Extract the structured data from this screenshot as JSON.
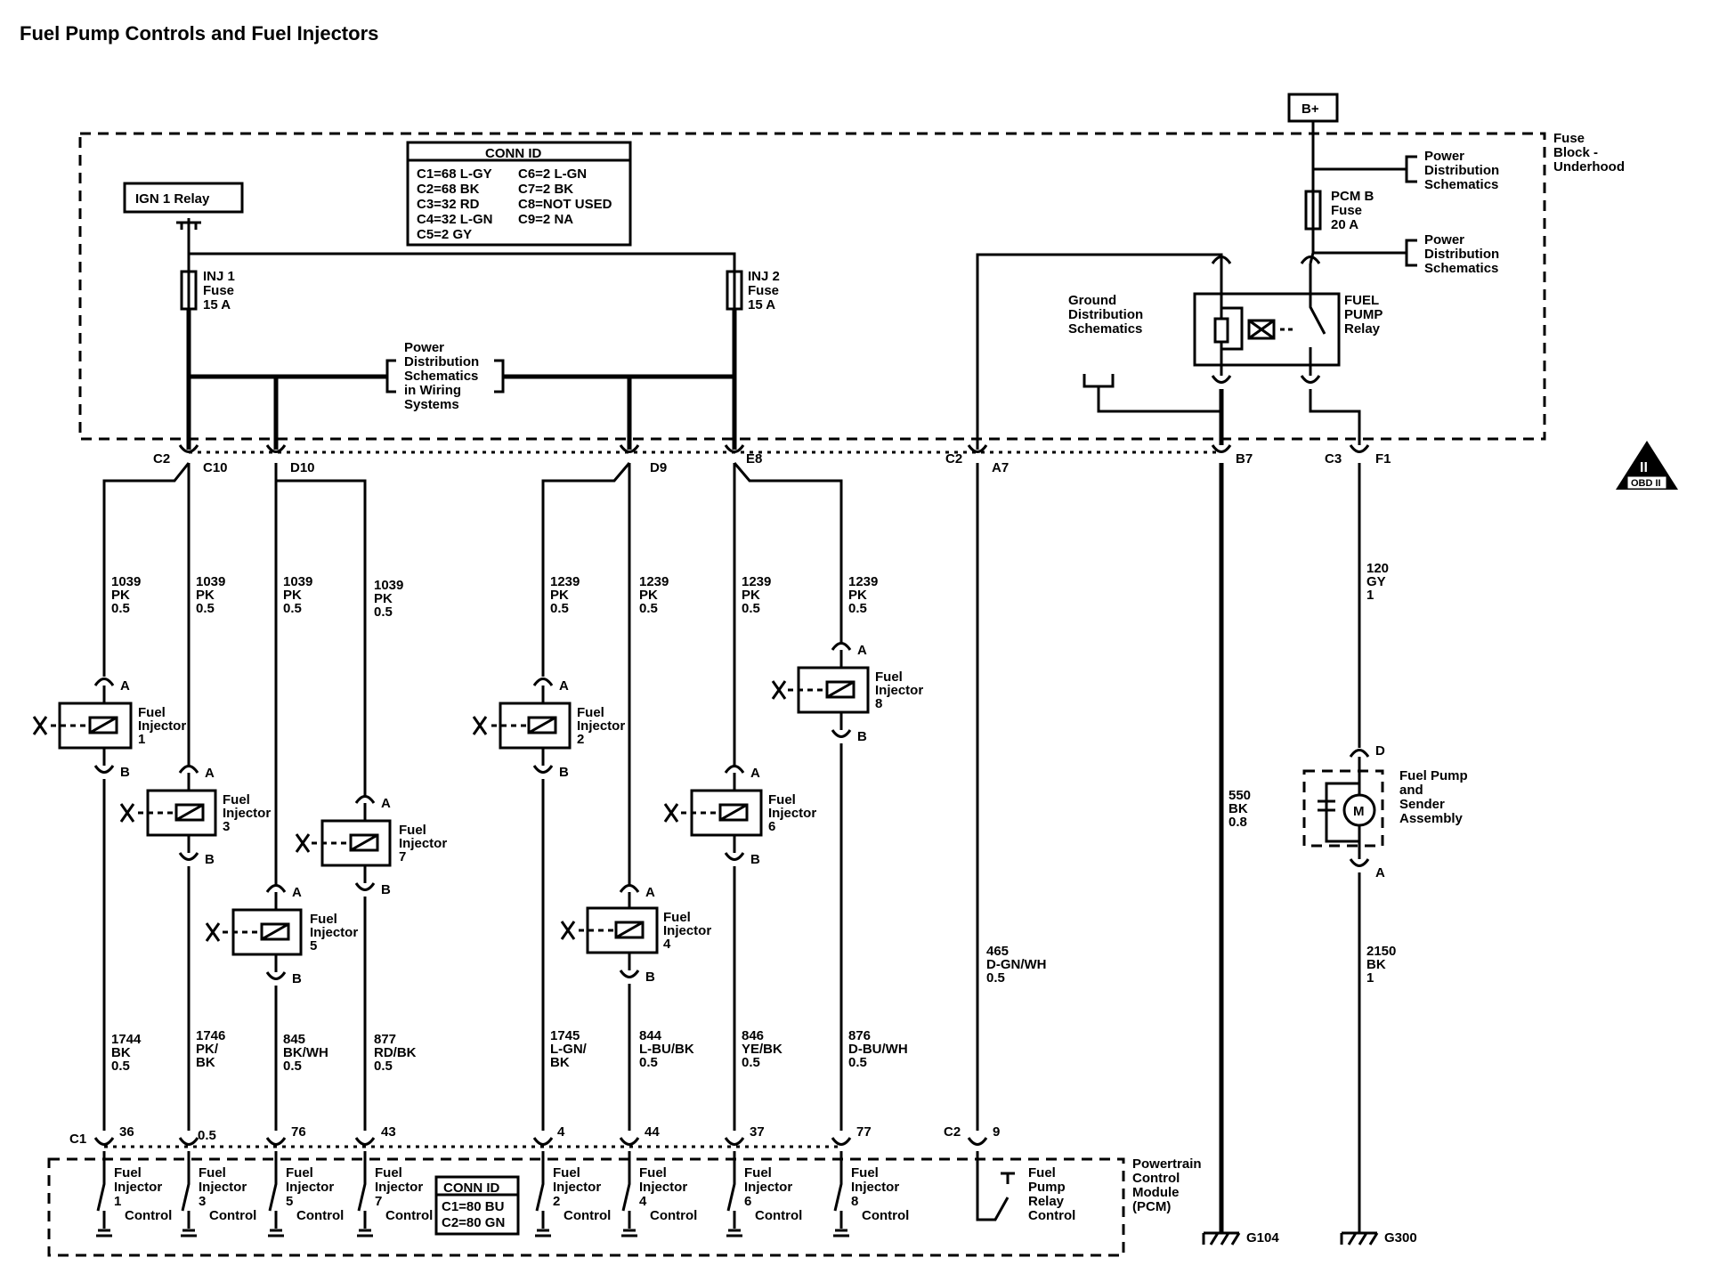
{
  "title": "Fuel Pump Controls and Fuel Injectors",
  "battery": "B+",
  "fuse_block_label": [
    "Fuse",
    "Block -",
    "Underhood"
  ],
  "ign_relay": "IGN 1 Relay",
  "conn_id": {
    "header": "CONN ID",
    "col1": [
      "C1=68 L-GY",
      "C2=68 BK",
      "C3=32 RD",
      "C4=32 L-GN",
      "C5=2 GY"
    ],
    "col2": [
      "C6=2 L-GN",
      "C7=2 BK",
      "C8=NOT USED",
      "C9=2 NA"
    ]
  },
  "pcm_conn_id": {
    "header": "CONN ID",
    "rows": [
      "C1=80 BU",
      "C2=80 GN"
    ]
  },
  "inj1_fuse": [
    "INJ 1",
    "Fuse",
    "15 A"
  ],
  "inj2_fuse": [
    "INJ 2",
    "Fuse",
    "15 A"
  ],
  "pcmb_fuse": [
    "PCM B",
    "Fuse",
    "20 A"
  ],
  "power_dist_mid": [
    "Power",
    "Distribution",
    "Schematics",
    "in Wiring",
    "Systems"
  ],
  "power_dist_right": [
    "Power",
    "Distribution",
    "Schematics"
  ],
  "ground_dist": [
    "Ground",
    "Distribution",
    "Schematics"
  ],
  "fuel_pump_relay": [
    "FUEL",
    "PUMP",
    "Relay"
  ],
  "splice_pins": {
    "c2": "C2",
    "c10": "C10",
    "d10": "D10",
    "d9": "D9",
    "e8": "E8",
    "c2b": "C2",
    "a7": "A7",
    "b7": "B7",
    "c3": "C3",
    "f1": "F1"
  },
  "pin_a": "A",
  "pin_b": "B",
  "pin_d": "D",
  "upper_wires": [
    [
      "1039",
      "PK",
      "0.5"
    ],
    [
      "1039",
      "PK",
      "0.5"
    ],
    [
      "1039",
      "PK",
      "0.5"
    ],
    [
      "1039",
      "PK",
      "0.5"
    ],
    [
      "1239",
      "PK",
      "0.5"
    ],
    [
      "1239",
      "PK",
      "0.5"
    ],
    [
      "1239",
      "PK",
      "0.5"
    ],
    [
      "1239",
      "PK",
      "0.5"
    ]
  ],
  "injectors": [
    [
      "Fuel",
      "Injector",
      "1"
    ],
    [
      "Fuel",
      "Injector",
      "3"
    ],
    [
      "Fuel",
      "Injector",
      "5"
    ],
    [
      "Fuel",
      "Injector",
      "7"
    ],
    [
      "Fuel",
      "Injector",
      "2"
    ],
    [
      "Fuel",
      "Injector",
      "4"
    ],
    [
      "Fuel",
      "Injector",
      "6"
    ],
    [
      "Fuel",
      "Injector",
      "8"
    ]
  ],
  "lower_wires": [
    [
      "1744",
      "BK",
      "0.5"
    ],
    [
      "1746",
      "PK/",
      "BK"
    ],
    [
      "845",
      "BK/WH",
      "0.5"
    ],
    [
      "877",
      "RD/BK",
      "0.5"
    ],
    [
      "1745",
      "L-GN/",
      "BK"
    ],
    [
      "844",
      "L-BU/BK",
      "0.5"
    ],
    [
      "846",
      "YE/BK",
      "0.5"
    ],
    [
      "876",
      "D-BU/WH",
      "0.5"
    ]
  ],
  "pcm_pins": [
    "36",
    "0.5",
    "76",
    "43",
    "4",
    "44",
    "37",
    "77"
  ],
  "pcm_c1": "C1",
  "pcm_c2": "C2",
  "pcm_pin_9": "9",
  "pcm_controls": [
    [
      "Fuel",
      "Injector",
      "1",
      "Control"
    ],
    [
      "Fuel",
      "Injector",
      "3",
      "Control"
    ],
    [
      "Fuel",
      "Injector",
      "5",
      "Control"
    ],
    [
      "Fuel",
      "Injector",
      "7",
      "Control"
    ],
    [
      "Fuel",
      "Injector",
      "2",
      "Control"
    ],
    [
      "Fuel",
      "Injector",
      "4",
      "Control"
    ],
    [
      "Fuel",
      "Injector",
      "6",
      "Control"
    ],
    [
      "Fuel",
      "Injector",
      "8",
      "Control"
    ]
  ],
  "relay_control": [
    "Fuel",
    "Pump",
    "Relay",
    "Control"
  ],
  "pcm_label": [
    "Powertrain",
    "Control",
    "Module",
    "(PCM)"
  ],
  "wire_465": [
    "465",
    "D-GN/WH",
    "0.5"
  ],
  "wire_550": [
    "550",
    "BK",
    "0.8"
  ],
  "wire_120": [
    "120",
    "GY",
    "1"
  ],
  "wire_2150": [
    "2150",
    "BK",
    "1"
  ],
  "fuel_pump": [
    "Fuel Pump",
    "and",
    "Sender",
    "Assembly"
  ],
  "motor": "M",
  "ground_g104": "G104",
  "ground_g300": "G300",
  "obd": {
    "roman": "II",
    "text": "OBD II"
  }
}
